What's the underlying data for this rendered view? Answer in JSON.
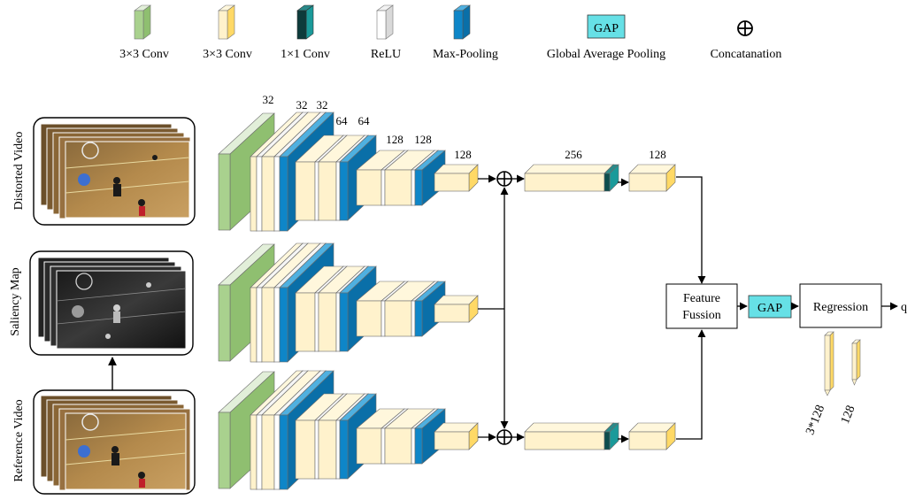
{
  "legend": {
    "items": [
      {
        "label": "3×3 Conv",
        "kind": "green"
      },
      {
        "label": "3×3 Conv",
        "kind": "yellow"
      },
      {
        "label": "1×1 Conv",
        "kind": "teal"
      },
      {
        "label": "ReLU",
        "kind": "white"
      },
      {
        "label": "Max-Pooling",
        "kind": "blue"
      },
      {
        "label": "Global Average Pooling",
        "kind": "gap",
        "badge": "GAP"
      },
      {
        "label": "Concatanation",
        "kind": "concat",
        "symbol": "⊕"
      }
    ]
  },
  "inputs": {
    "distorted": "Distorted Video",
    "saliency": "Saliency Map",
    "reference": "Reference Video"
  },
  "channels": {
    "c1": "32",
    "c2a": "32",
    "c2b": "32",
    "c3a": "64",
    "c3b": "64",
    "c4a": "128",
    "c4b": "128",
    "c5": "128",
    "concat": "256",
    "fc": "128"
  },
  "blocks": {
    "feature_fusion": "Feature\nFussion",
    "gap": "GAP",
    "regression": "Regression",
    "output": "q"
  },
  "vectors": {
    "v1": "3*128",
    "v2": "128"
  },
  "colors": {
    "green": "#a9d18e",
    "green_light": "#e2efd9",
    "yellow": "#fff2cc",
    "yellow_dark": "#ffd966",
    "teal": "#0d4d4d",
    "blue": "#0e86c8",
    "gap": "#66e0e6"
  }
}
